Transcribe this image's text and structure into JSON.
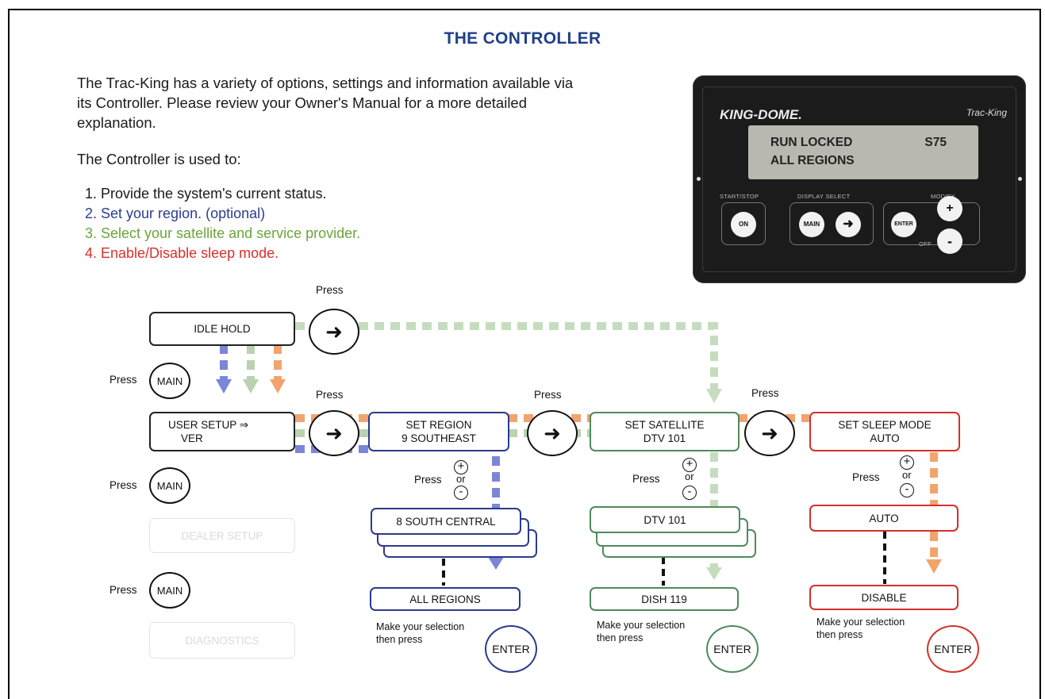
{
  "title": "THE CONTROLLER",
  "intro": "The Trac-King has a variety of options, settings and information available via its Controller.  Please review your Owner's Manual for a more detailed explanation.",
  "used_for": "The Controller is used to:",
  "steps": [
    "1. Provide the system's current status.",
    "2. Set your region. (optional)",
    "3. Select your satellite and service provider.",
    "4. Enable/Disable sleep mode."
  ],
  "controller": {
    "brand": "KING-DOME.",
    "model": "Trac-King",
    "lcd_line1": "RUN LOCKED",
    "lcd_line2": "ALL REGIONS",
    "lcd_sat": "S75",
    "label_startstop": "START/STOP",
    "label_display": "DISPLAY SELECT",
    "label_modify": "MODIFY",
    "label_off": "OFF",
    "btn_on": "ON",
    "btn_main": "MAIN",
    "btn_enter": "ENTER",
    "btn_plus": "+",
    "btn_minus": "-"
  },
  "flow": {
    "press": "Press",
    "main": "MAIN",
    "enter": "ENTER",
    "or": "or",
    "plus": "+",
    "minus": "-",
    "idle_hold": "IDLE HOLD",
    "user_setup": "USER SETUP",
    "user_setup_arrow": "⇒",
    "ver": "VER",
    "dealer_setup": "DEALER SETUP",
    "diagnostics": "DIAGNOSTICS",
    "region_title": "SET REGION",
    "region_value": "9 SOUTHEAST",
    "region_option": "8 SOUTH CENTRAL",
    "region_last": "ALL REGIONS",
    "sat_title": "SET SATELLITE",
    "sat_value": "DTV 101",
    "sat_option": "DTV 101",
    "sat_last": "DISH 119",
    "sleep_title": "SET SLEEP MODE",
    "sleep_value": "AUTO",
    "sleep_option": "AUTO",
    "sleep_last": "DISABLE",
    "make_selection": "Make your selection",
    "then_press": "then press"
  },
  "colors": {
    "title": "#1f3f88",
    "blue": "#2b3a8c",
    "green": "#4f8a5a",
    "red": "#d4302a",
    "light_blue": "#7b86d8",
    "light_green": "#b9d2b0",
    "light_orange": "#f2a46e"
  }
}
